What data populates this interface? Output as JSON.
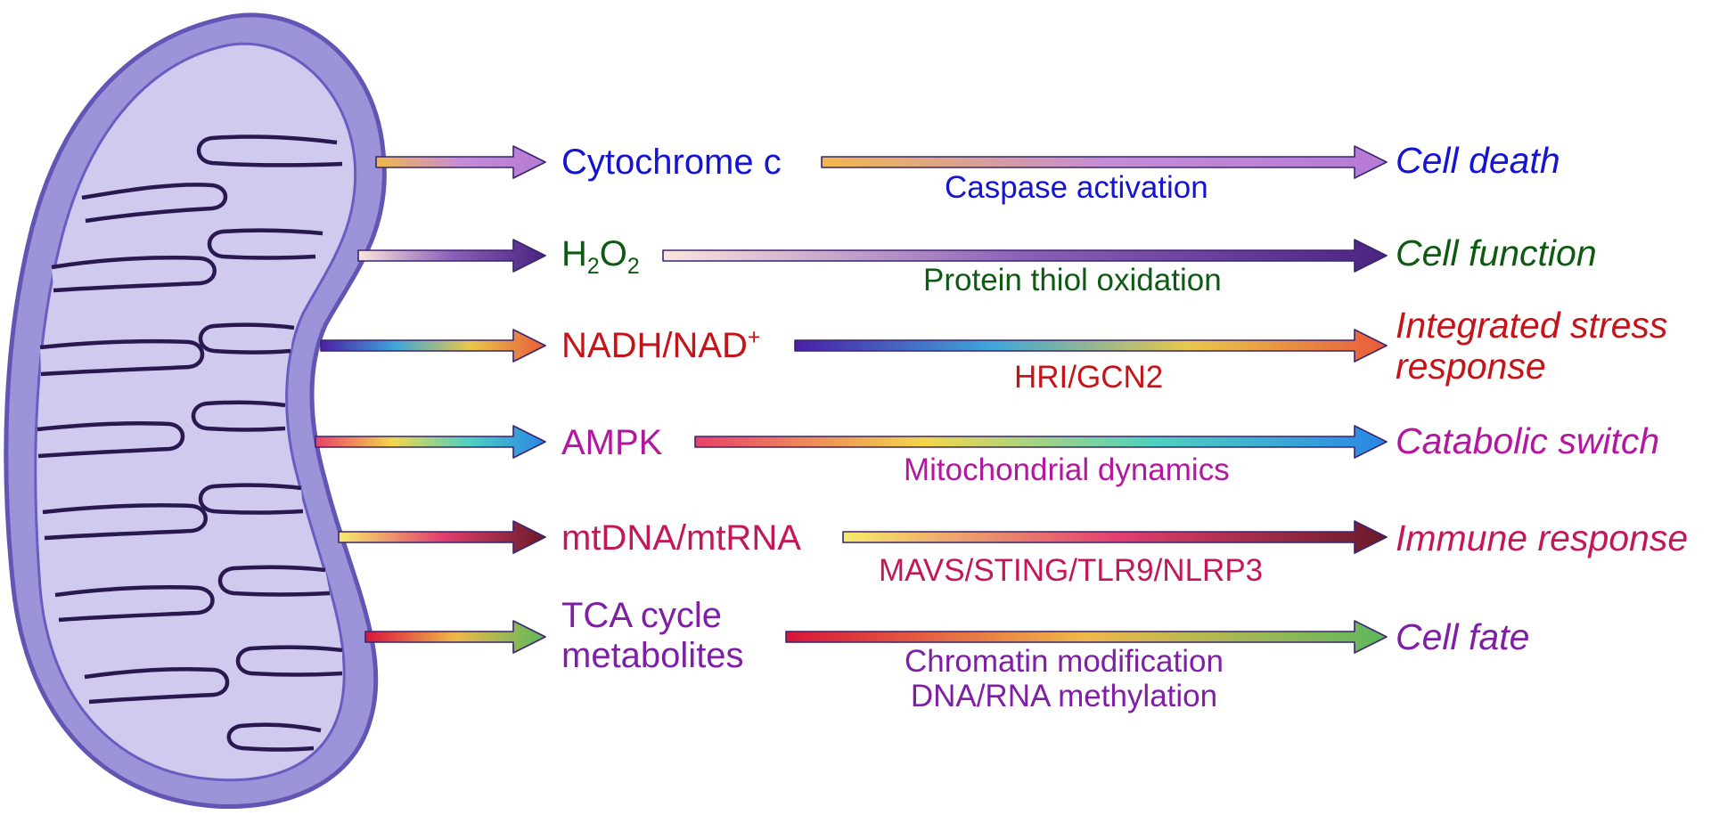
{
  "colors": {
    "blue": "#1414d2",
    "green": "#0f5a12",
    "red": "#c4141a",
    "magenta": "#b3169f",
    "pink": "#c2185b",
    "purple": "#7e1fa6",
    "membrane_fill": "#9c94d9",
    "membrane_stroke": "#6255b4",
    "matrix_fill": "#cfcaee",
    "cristae_stroke": "#2a1850"
  },
  "rows": [
    {
      "signal": {
        "main": "Cytochrome c"
      },
      "mechanism": [
        "Caspase activation"
      ],
      "outcome": [
        "Cell death"
      ],
      "color": "#1414d2",
      "arrow_colors": [
        "#f0b84a",
        "#c58cd6",
        "#b57ad4"
      ]
    },
    {
      "signal": {
        "main": "H",
        "sub1": "2",
        "mid": "O",
        "sub2": "2"
      },
      "mechanism": [
        "Protein thiol oxidation"
      ],
      "outcome": [
        "Cell function"
      ],
      "color": "#0f5a12",
      "arrow_colors": [
        "#fbe6dd",
        "#8a5fb8",
        "#4a2480"
      ]
    },
    {
      "signal": {
        "main": "NADH/NAD",
        "sup": "+"
      },
      "mechanism": [
        "HRI/GCN2"
      ],
      "outcome": [
        "Integrated stress",
        "response"
      ],
      "color": "#c4141a",
      "arrow_colors": [
        "#4b1fa6",
        "#3fa6d8",
        "#e8c84a",
        "#e85a3a"
      ]
    },
    {
      "signal": {
        "main": "AMPK"
      },
      "mechanism": [
        "Mitochondrial dynamics"
      ],
      "outcome": [
        "Catabolic switch"
      ],
      "color": "#b3169f",
      "arrow_colors": [
        "#e8406a",
        "#f3d64a",
        "#4ed0c0",
        "#2a86e6"
      ]
    },
    {
      "signal": {
        "main": "mtDNA/mtRNA"
      },
      "mechanism": [
        "MAVS/STING/TLR9/NLRP3"
      ],
      "outcome": [
        "Immune response"
      ],
      "color": "#c2185b",
      "arrow_colors": [
        "#f7ec6a",
        "#e2406e",
        "#6a1a28"
      ]
    },
    {
      "signal": {
        "main": "TCA cycle",
        "line2": "metabolites"
      },
      "mechanism": [
        "Chromatin modification",
        "DNA/RNA methylation"
      ],
      "outcome": [
        "Cell fate"
      ],
      "color": "#7e1fa6",
      "arrow_colors": [
        "#d8143a",
        "#f0b84a",
        "#5cb85c"
      ]
    }
  ]
}
